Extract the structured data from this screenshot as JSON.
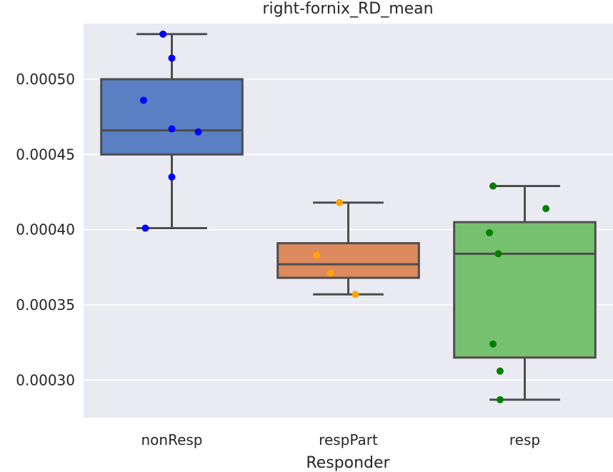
{
  "chart_data": {
    "type": "box",
    "title": "right-fornix_RD_mean",
    "xlabel": "Responder",
    "ylabel": "",
    "ylim": [
      0.000275,
      0.000537
    ],
    "yticks": [
      {
        "value": 0.0003,
        "label": "0.00030"
      },
      {
        "value": 0.00035,
        "label": "0.00035"
      },
      {
        "value": 0.0004,
        "label": "0.00040"
      },
      {
        "value": 0.00045,
        "label": "0.00045"
      },
      {
        "value": 0.0005,
        "label": "0.00050"
      }
    ],
    "grid": true,
    "categories": [
      "nonResp",
      "respPart",
      "resp"
    ],
    "boxes": [
      {
        "category": "nonResp",
        "whisker_low": 0.000401,
        "q1": 0.00045,
        "median": 0.000466,
        "q3": 0.0005,
        "whisker_high": 0.00053,
        "color": "#5a7fc3",
        "point_color": "#0000ff",
        "points": [
          0.00053,
          0.000514,
          0.000486,
          0.000467,
          0.000465,
          0.000435,
          0.000401
        ],
        "jitter": [
          -0.05,
          0.0,
          -0.16,
          0.0,
          0.15,
          0.0,
          -0.15
        ]
      },
      {
        "category": "respPart",
        "whisker_low": 0.000357,
        "q1": 0.000368,
        "median": 0.000377,
        "q3": 0.000391,
        "whisker_high": 0.000418,
        "color": "#dd8a5e",
        "point_color": "#ffa500",
        "points": [
          0.000418,
          0.000383,
          0.000371,
          0.000357
        ],
        "jitter": [
          -0.05,
          -0.18,
          -0.1,
          0.04
        ]
      },
      {
        "category": "resp",
        "whisker_low": 0.000287,
        "q1": 0.000315,
        "median": 0.000384,
        "q3": 0.000405,
        "whisker_high": 0.000429,
        "color": "#76c16f",
        "point_color": "#008000",
        "points": [
          0.000429,
          0.000414,
          0.000398,
          0.000384,
          0.000324,
          0.000306,
          0.000287
        ],
        "jitter": [
          -0.18,
          0.12,
          -0.2,
          -0.15,
          -0.18,
          -0.14,
          -0.14
        ]
      }
    ]
  },
  "colors": {
    "plot_background": "#eaeaf2",
    "grid": "#ffffff",
    "box_edge": "#4d4d4d"
  }
}
